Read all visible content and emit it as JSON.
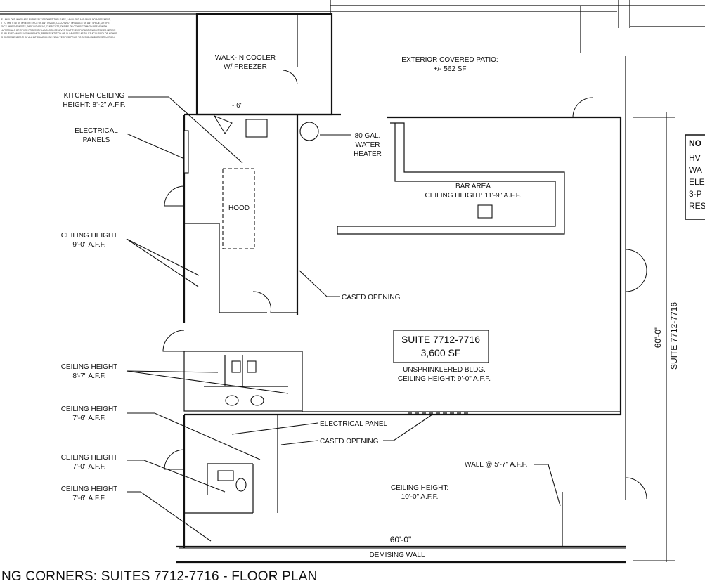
{
  "drawing": {
    "title": "NG CORNERS: SUITES 7712-7716 - FLOOR PLAN",
    "disclaimer_lines": [
      "IF LANDLORD WHEN ARE EXPRESSLY PROHIBIT THE LEASE, LANDLORD AND MAKE NO AGREEMENT,",
      "IT TO THE STATUS OR EXISTENCE OF ANY USAGE, OCCUPANCY OR USAGE OF ANY SPACE, OR THE",
      "ENCE IMPROVEMENTS, PARKING AREAS, CURB CUTS, DRIVES OR OTHER COMMON AREAS WITH",
      "LAPPROVALS OR OTHER PROPERTY. LANDLORD BELIEVES THAT THE INFORMATION CONTAINED HEREIN",
      "IS BELIEVED MAKES NO WARRANTY, REPRESENTATION OR GUARANTEE AS TO ITS ACCURACY OR HITHER",
      "IS RECOMMENDED THAT ALL INFORMATION BE FIELD VERIFIED PRIOR TO DESIGN AND CONSTRUCTION."
    ],
    "suite": {
      "name": "SUITE 7712-7716",
      "area": "3,600 SF",
      "sprinkler": "UNSPRINKLERED BLDG.",
      "ceiling": "CEILING HEIGHT: 9'-0\" A.F.F."
    },
    "rooms": {
      "walkin_l1": "WALK-IN COOLER",
      "walkin_l2": "W/ FREEZER",
      "patio_l1": "EXTERIOR COVERED PATIO:",
      "patio_l2": "+/- 562 SF",
      "hood": "HOOD",
      "bar_l1": "BAR AREA",
      "bar_l2": "CEILING HEIGHT: 11'-9\" A.F.F.",
      "rear_l1": "CEILING HEIGHT:",
      "rear_l2": "10'-0\" A.F.F."
    },
    "callouts": {
      "kitchen_l1": "KITCHEN CEILING",
      "kitchen_l2": "HEIGHT: 8'-2\" A.F.F.",
      "elec_panels_l1": "ELECTRICAL",
      "elec_panels_l2": "PANELS",
      "ceil_90_l1": "CEILING HEIGHT",
      "ceil_90_l2": "9'-0\" A.F.F.",
      "ceil_87_l1": "CEILING HEIGHT",
      "ceil_87_l2": "8'-7\" A.F.F.",
      "ceil_76a_l1": "CEILING HEIGHT",
      "ceil_76a_l2": "7'-6\" A.F.F.",
      "ceil_70_l1": "CEILING HEIGHT",
      "ceil_70_l2": "7'-0\" A.F.F.",
      "ceil_76b_l1": "CEILING HEIGHT",
      "ceil_76b_l2": "7'-6\" A.F.F.",
      "water_l1": "80 GAL.",
      "water_l2": "WATER",
      "water_l3": "HEATER",
      "cased_opening_1": "CASED OPENING",
      "elec_panel": "ELECTRICAL PANEL",
      "cased_opening_2": "CASED OPENING",
      "wall_height": "WALL @ 5'-7\" A.F.F.",
      "six_inch": "- 6\""
    },
    "dimensions": {
      "width": "60'-0\"",
      "depth": "60'-0\"",
      "suite_side": "SUITE 7712-7716",
      "demising": "DEMISING WALL"
    },
    "notes": {
      "title": "NO",
      "lines": [
        "HV",
        "WA",
        "ELE",
        "3-P",
        "RES"
      ]
    }
  }
}
